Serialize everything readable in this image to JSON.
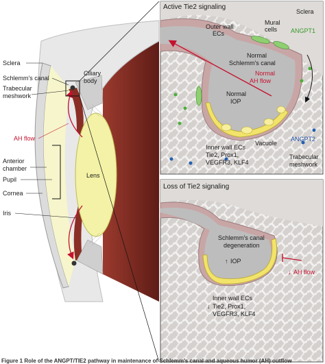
{
  "colors": {
    "sclera": "#e8e8e8",
    "lens": "#f4f3a8",
    "iris": "#7a2b22",
    "ah_flow": "#c4122f",
    "angpt1": "#4caf3a",
    "angpt2": "#2460b0",
    "canal": "#bdbdbd",
    "inner_wall": "#f2e36a",
    "panel_bg": "#d9d6d4"
  },
  "eye": {
    "labels": {
      "sclera": "Sclera",
      "schlemms_canal": "Schlemm's canal",
      "trabecular": "Trabecular",
      "meshwork": "meshwork",
      "ciliary": "Ciliary",
      "body": "body",
      "ah_flow": "AH flow",
      "anterior": "Anterior",
      "chamber": "chamber",
      "pupil": "Pupil",
      "lens": "Lens",
      "cornea": "Cornea",
      "iris": "Iris"
    }
  },
  "panel_active": {
    "title": "Active Tie2 signaling",
    "sclera": "Sclera",
    "outer_wall_1": "Outer wall",
    "outer_wall_2": "ECs",
    "mural_1": "Mural",
    "mural_2": "cells",
    "angpt1": "ANGPT1",
    "normal_canal_1": "Normal",
    "normal_canal_2": "Schlemm's canal",
    "normal_ah_1": "Normal",
    "normal_ah_2": "AH flow",
    "normal_iop_1": "Normal",
    "normal_iop_2": "IOP",
    "vacuole": "Vacuole",
    "angpt2": "ANGPT2",
    "inner_wall": "Inner wall ECs",
    "markers_1": "Tie2, Prox1,",
    "markers_2": "VEGFR3, KLF4",
    "trabecular_1": "Trabecular",
    "trabecular_2": "meshwork"
  },
  "panel_loss": {
    "title": "Loss of Tie2 signaling",
    "canal_1": "Schlemm's canal",
    "canal_2": "degeneration",
    "iop": "IOP",
    "ah_flow": "AH flow",
    "inner_wall": "Inner wall ECs",
    "markers_1": "Tie2, Prox1,",
    "markers_2": "VEGFR3, KLF4"
  },
  "caption": "Figure 1 Role of the ANGPT/TIE2 pathway in maintenance of Schlemm's canal and aqueous humor (AH) outflow"
}
